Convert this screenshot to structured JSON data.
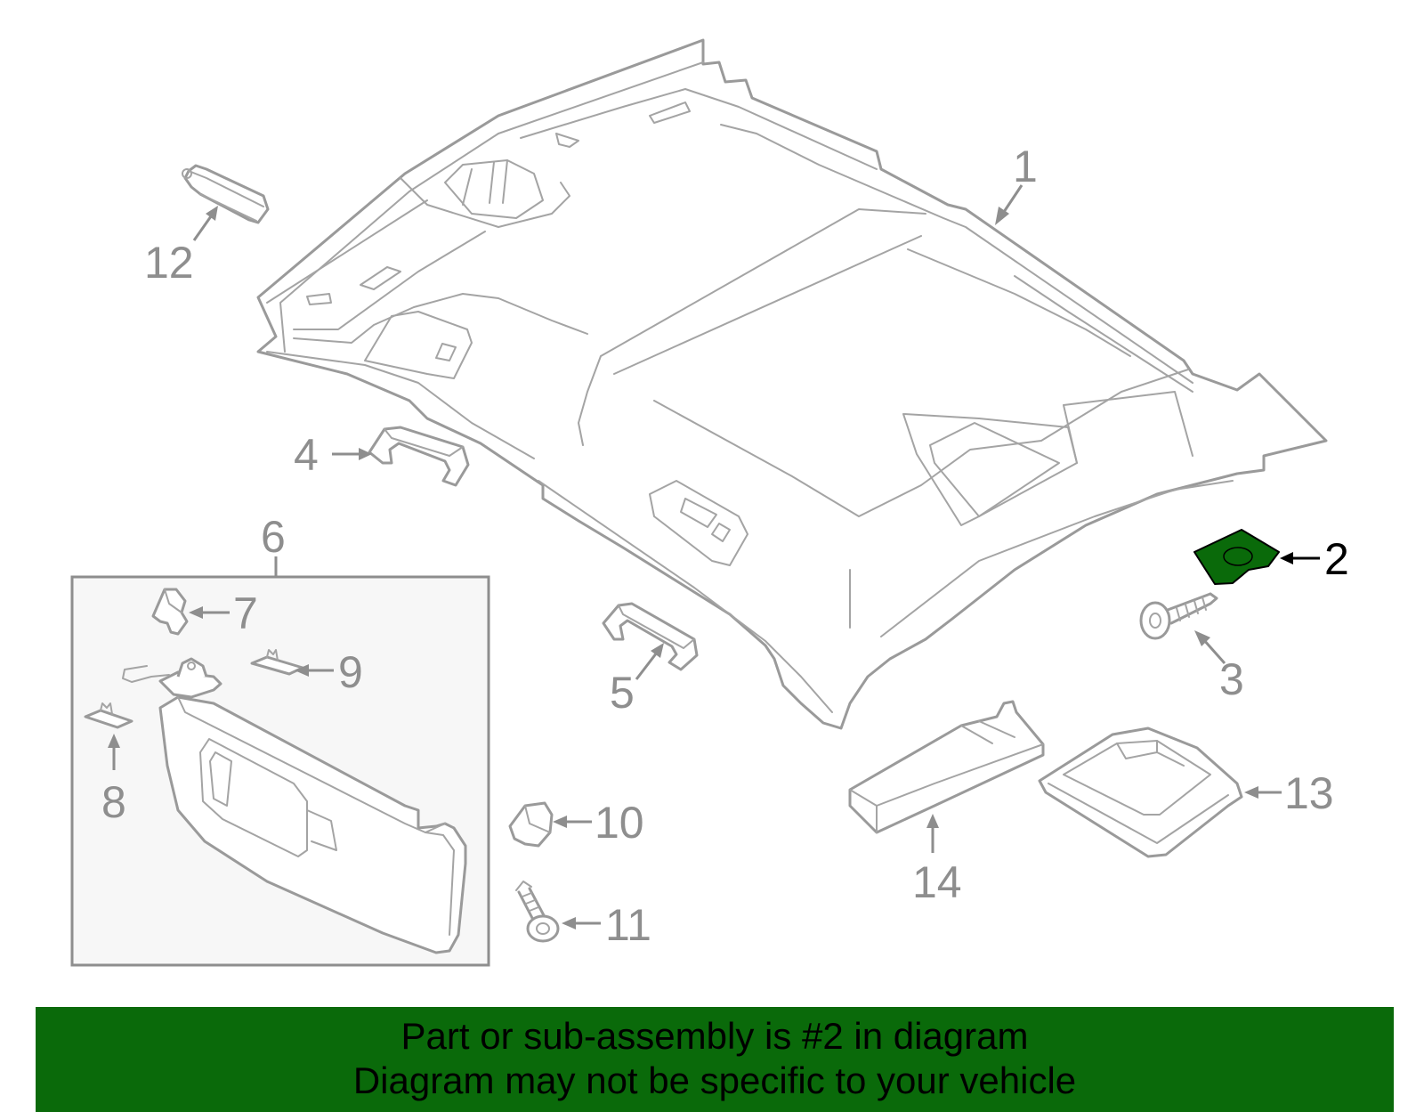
{
  "diagram": {
    "highlighted_part": "2",
    "highlight_color": "#0a6a0a",
    "callouts": {
      "c1": "1",
      "c2": "2",
      "c3": "3",
      "c4": "4",
      "c5": "5",
      "c6": "6",
      "c7": "7",
      "c8": "8",
      "c9": "9",
      "c10": "10",
      "c11": "11",
      "c12": "12",
      "c13": "13",
      "c14": "14"
    }
  },
  "banner": {
    "line1": "Part or sub-assembly is #2 in diagram",
    "line2": "Diagram may not be specific to your vehicle",
    "background": "#0a6a0a"
  }
}
